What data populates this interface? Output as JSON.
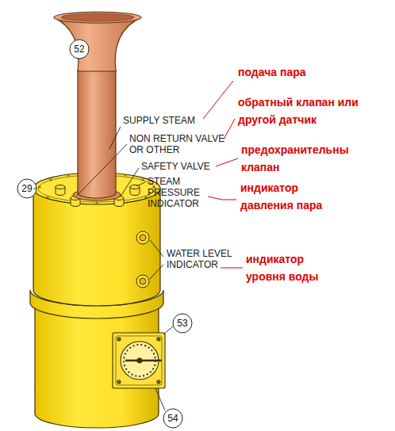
{
  "diagram": {
    "labels": [
      "52",
      "подача пара",
      "SUPPLY STEAM",
      "обратный клапан или другой датчик",
      "NON RETURN VALVE OR OTHER",
      "SAFETY VALVE",
      "предохранительны клапан",
      "29",
      "STEAM PRESSURE INDICATOR",
      "индикатор давления пара",
      "WATER LEVEL INDICATOR",
      "индикатор уровня воды",
      "53",
      "54"
    ]
  }
}
